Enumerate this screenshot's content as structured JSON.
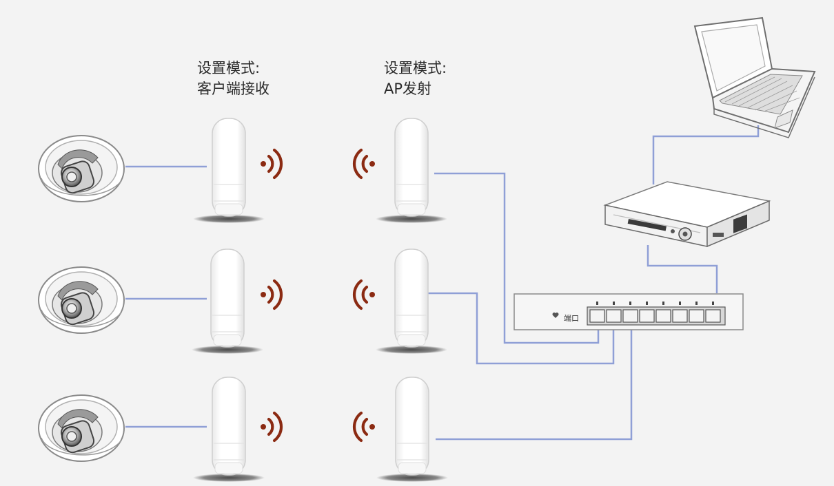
{
  "captions": {
    "receiver": {
      "line1": "设置模式:",
      "line2": "客户端接收"
    },
    "ap": {
      "line1": "设置模式:",
      "line2": "AP发射"
    }
  },
  "switch": {
    "panel_label": "端口"
  },
  "colors": {
    "background": "#f3f3f3",
    "cable": "#8f9fd6",
    "signal": "#8b2a12",
    "device_body": "#ffffff",
    "device_outline": "#d4d4d4",
    "shadow": "#2e2e2e"
  },
  "icons": {
    "camera": "dome-camera-icon",
    "bridge": "wireless-bridge-icon",
    "signal": "wifi-signal-icon",
    "switch": "network-switch-icon",
    "nvr": "nvr-recorder-icon",
    "laptop": "laptop-icon"
  }
}
